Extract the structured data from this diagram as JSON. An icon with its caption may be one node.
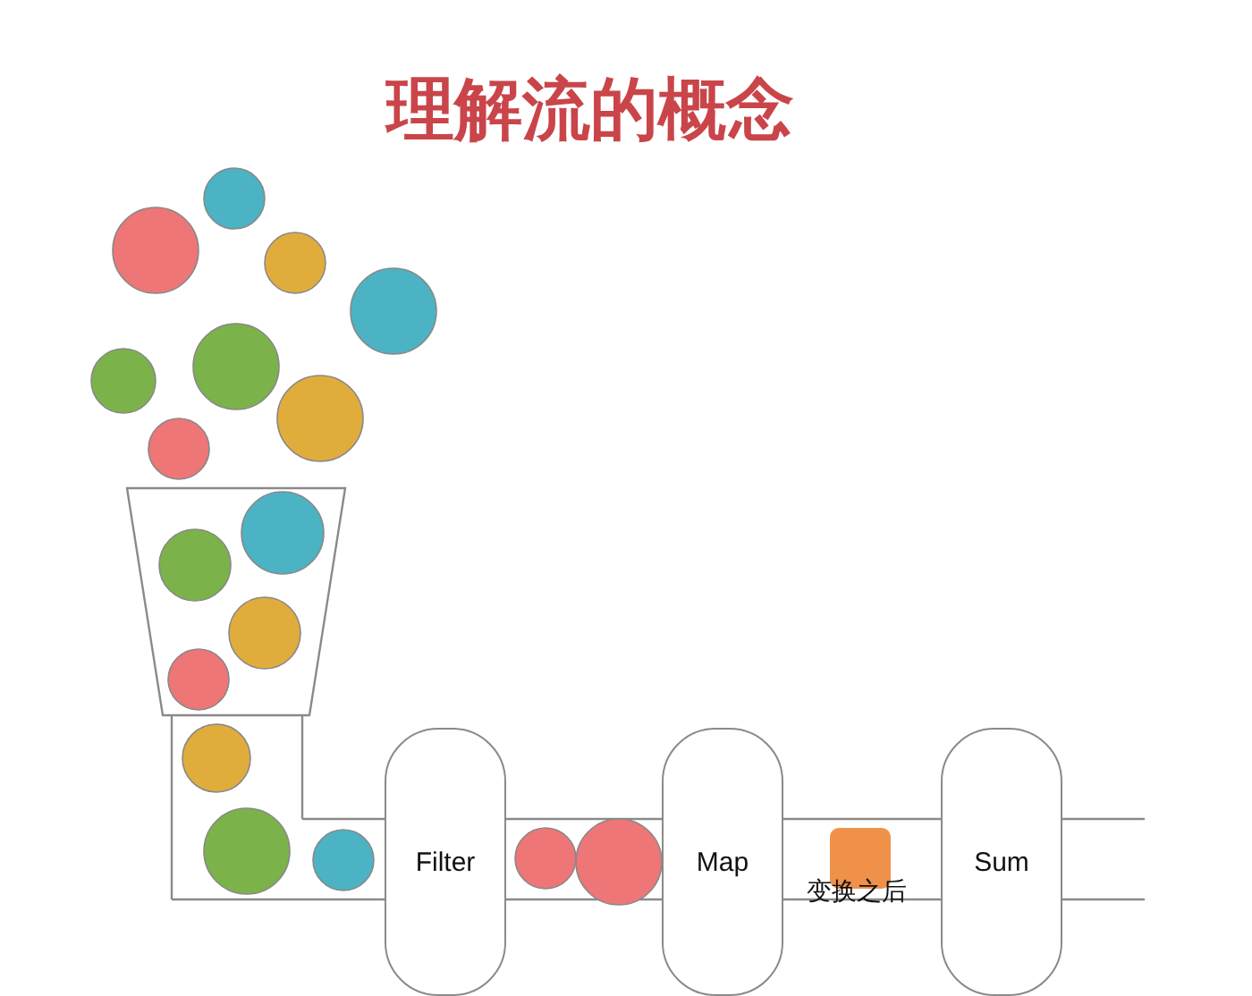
{
  "diagram": {
    "title": "理解流的概念",
    "nodes": [
      {
        "text": [
          "Filter"
        ]
      },
      {
        "text": [
          "Map"
        ]
      },
      {
        "text": [
          "Sum"
        ]
      }
    ],
    "edges": [],
    "labels": [
      "变换之后"
    ]
  }
}
